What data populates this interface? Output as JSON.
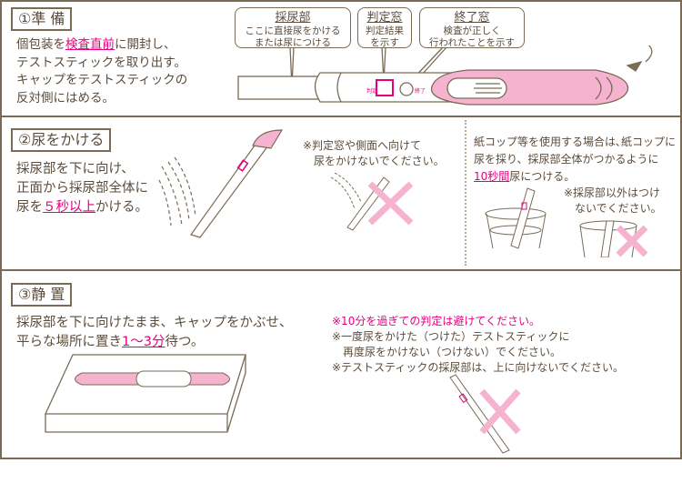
{
  "step1": {
    "title": "①準 備",
    "line1_pre": "個包装を",
    "line1_em": "検査直前",
    "line1_post": "に開封し、",
    "line2": "テストスティックを取り出す。",
    "line3": "キャップをテストスティックの",
    "line4": "反対側にはめる。",
    "callouts": [
      {
        "title": "採尿部",
        "l1": "ここに直接尿をかける",
        "l2": "または尿につける"
      },
      {
        "title": "判定窓",
        "l1": "判定結果",
        "l2": "を示す"
      },
      {
        "title": "終了窓",
        "l1": "検査が正しく",
        "l2": "行われたことを示す"
      }
    ],
    "stick_labels": {
      "judge": "判定",
      "end": "終了"
    }
  },
  "step2": {
    "title": "②尿をかける",
    "line1": "採尿部を下に向け、",
    "line2": "正面から採尿部全体に",
    "line3_pre": "尿を",
    "line3_em": "５秒以上",
    "line3_post": "かける。",
    "note1": "※判定窓や側面へ向けて",
    "note2": "尿をかけないでください。",
    "cup1": "紙コップ等を使用する場合は､紙コップに",
    "cup2": "尿を採り、採尿部全体がつかるように",
    "cup3_em": "10秒間",
    "cup3_post": "尿につける。",
    "cup_note1": "※採尿部以外はつけ",
    "cup_note2": "ないでください。"
  },
  "step3": {
    "title": "③静 置",
    "line1": "採尿部を下に向けたまま、キャップをかぶせ、",
    "line2_pre": "平らな場所に置き",
    "line2_em": "1～3分",
    "line2_post": "待つ。",
    "warn1": "※10分を過ぎての判定は避けてください。",
    "warn2": "※一度尿をかけた（つけた）テストスティックに",
    "warn3": "再度尿をかけない（つけない）でください。",
    "warn4": "※テストスティックの採尿部は、上に向けないでください。"
  },
  "colors": {
    "accent": "#e4007f",
    "pink_fill": "#f6b3cf",
    "line": "#7a6b57"
  }
}
